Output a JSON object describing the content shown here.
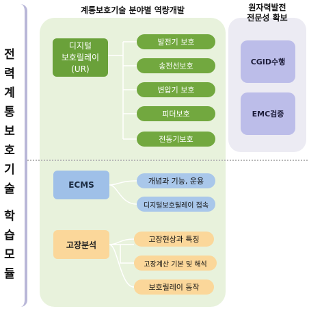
{
  "side_title": {
    "group1": [
      "전",
      "력",
      "계",
      "통"
    ],
    "group2": [
      "보",
      "호",
      "기",
      "술"
    ],
    "group3": [
      "학",
      "습",
      "모",
      "듈"
    ]
  },
  "header_main": "계통보호기술 분야별 역량개발",
  "header_right_line1": "원자력발전",
  "header_right_line2": "전문성 확보",
  "digital": {
    "title_line1": "디지털",
    "title_line2": "보호릴레이",
    "title_line3": "(UR)",
    "items": [
      "발전기 보호",
      "송전선보호",
      "변압기 보호",
      "피더보호",
      "전동기보호"
    ]
  },
  "ecms": {
    "title": "ECMS",
    "items": [
      "개념과 기능, 운용",
      "디지털보호릴레이 접속"
    ]
  },
  "fault": {
    "title": "고장분석",
    "items": [
      "고장현상과 특징",
      "고장계산 기본 및 해석",
      "보호릴레이 동작"
    ]
  },
  "nuclear": {
    "items": [
      "CGID수행",
      "EMC검증"
    ]
  }
}
